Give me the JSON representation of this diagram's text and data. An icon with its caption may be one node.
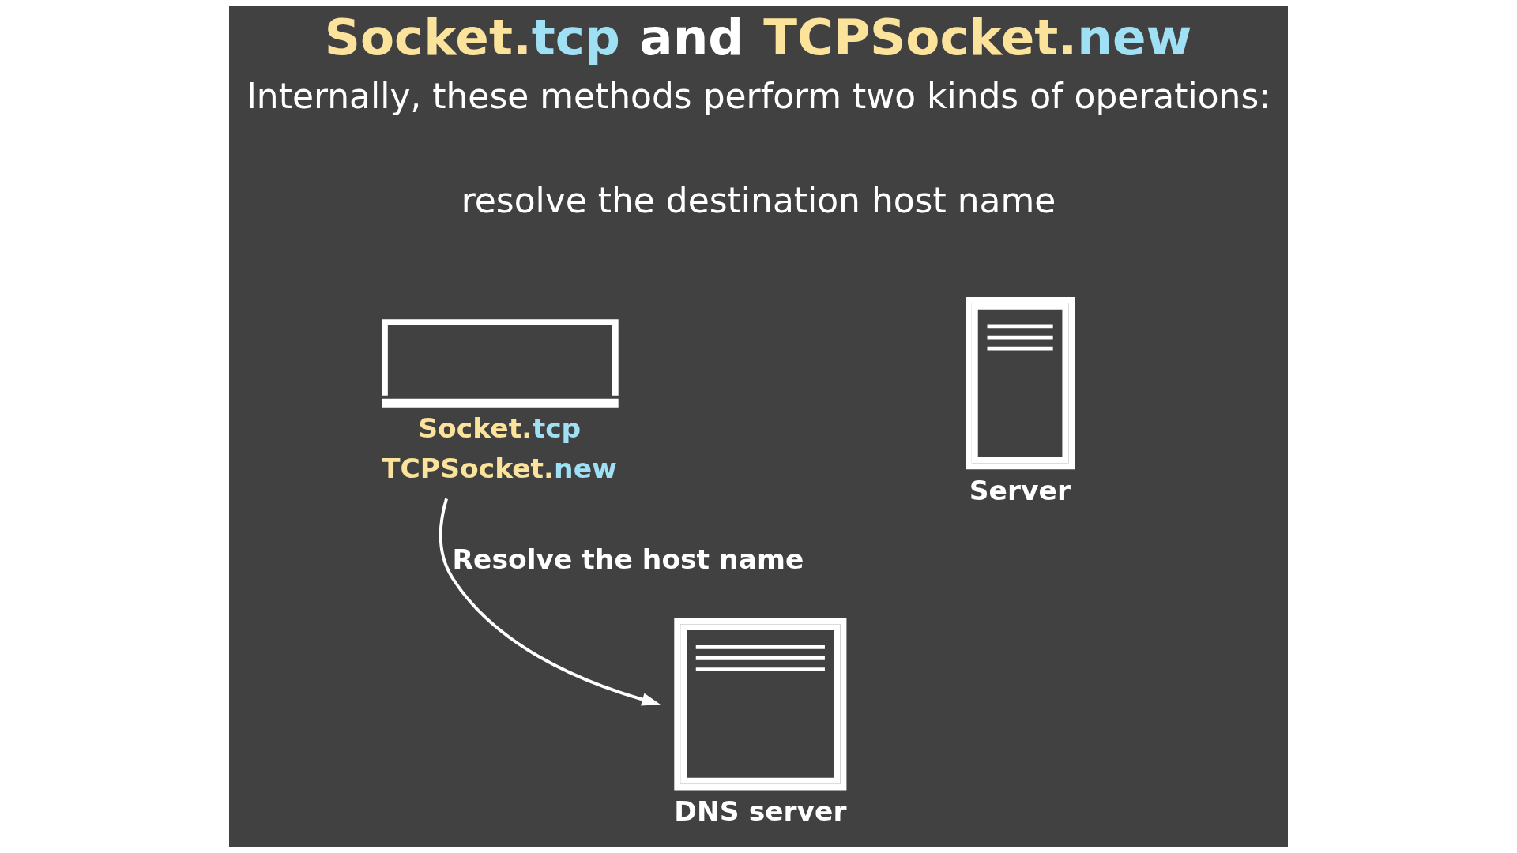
{
  "diagram": {
    "title": "Socket.tcp and TCPSocket.new",
    "nodes": [
      {
        "text": [
          "Socket.tcp",
          "TCPSocket.new"
        ]
      },
      {
        "text": [
          "Server"
        ]
      },
      {
        "text": [
          "DNS server"
        ]
      }
    ],
    "edges": [
      {
        "from": 0,
        "to": 2,
        "arrow": "to",
        "label": "Resolve the host name"
      }
    ],
    "labels": [
      "Internally, these methods perform two kinds of operations:",
      "resolve the destination host name"
    ]
  }
}
